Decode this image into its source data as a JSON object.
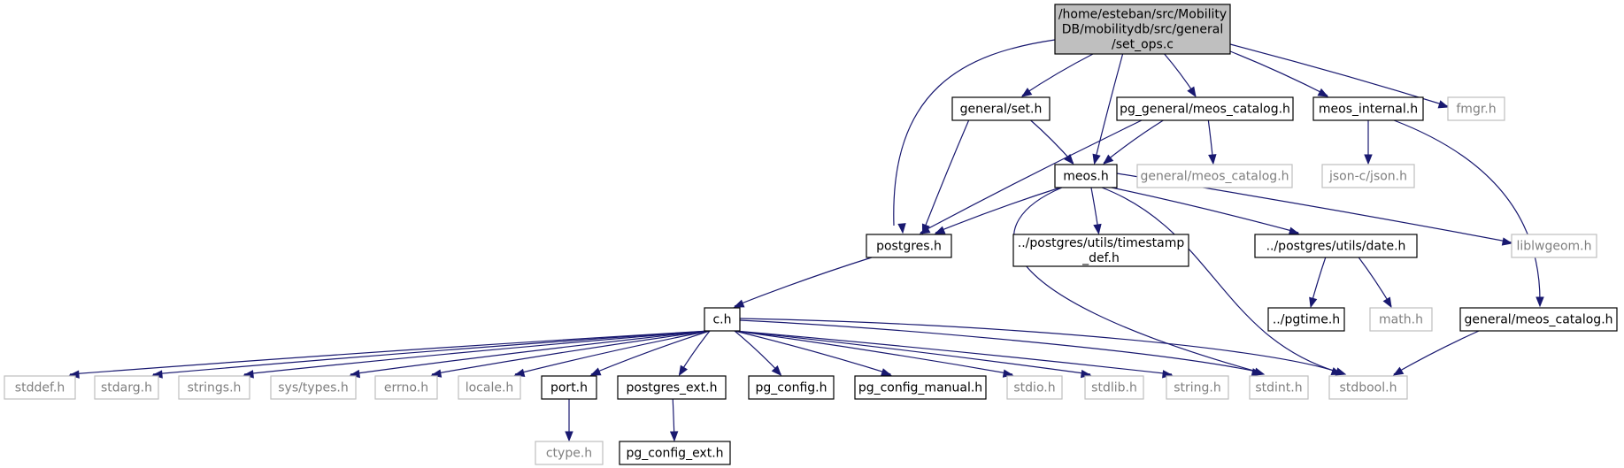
{
  "diagram": {
    "colors": {
      "edge": "#191970",
      "node_border_dark": "#000000",
      "node_border_light": "#bfbfbf",
      "root_fill": "#bfbfbf",
      "text_dark": "#000000",
      "text_light": "#7f7f7f"
    },
    "nodes": [
      {
        "id": "root",
        "lines": [
          "/home/esteban/src/Mobility",
          "DB/mobilitydb/src/general",
          "/set_ops.c"
        ],
        "style": "root"
      },
      {
        "id": "set_h",
        "lines": [
          "general/set.h"
        ],
        "style": "dark"
      },
      {
        "id": "pg_meos_catalog",
        "lines": [
          "pg_general/meos_catalog.h"
        ],
        "style": "dark"
      },
      {
        "id": "meos_internal",
        "lines": [
          "meos_internal.h"
        ],
        "style": "dark"
      },
      {
        "id": "fmgr",
        "lines": [
          "fmgr.h"
        ],
        "style": "light"
      },
      {
        "id": "meos_h",
        "lines": [
          "meos.h"
        ],
        "style": "dark"
      },
      {
        "id": "gen_meos_catalog_a",
        "lines": [
          "general/meos_catalog.h"
        ],
        "style": "light"
      },
      {
        "id": "json",
        "lines": [
          "json-c/json.h"
        ],
        "style": "light"
      },
      {
        "id": "postgres",
        "lines": [
          "postgres.h"
        ],
        "style": "dark"
      },
      {
        "id": "timestamp",
        "lines": [
          "../postgres/utils/timestamp",
          "_def.h"
        ],
        "style": "dark"
      },
      {
        "id": "date",
        "lines": [
          "../postgres/utils/date.h"
        ],
        "style": "dark"
      },
      {
        "id": "liblwgeom",
        "lines": [
          "liblwgeom.h"
        ],
        "style": "light"
      },
      {
        "id": "c_h",
        "lines": [
          "c.h"
        ],
        "style": "dark"
      },
      {
        "id": "pgtime",
        "lines": [
          "../pgtime.h"
        ],
        "style": "dark"
      },
      {
        "id": "math",
        "lines": [
          "math.h"
        ],
        "style": "light"
      },
      {
        "id": "gen_meos_catalog_b",
        "lines": [
          "general/meos_catalog.h"
        ],
        "style": "dark"
      },
      {
        "id": "stddef",
        "lines": [
          "stddef.h"
        ],
        "style": "light"
      },
      {
        "id": "stdarg",
        "lines": [
          "stdarg.h"
        ],
        "style": "light"
      },
      {
        "id": "strings",
        "lines": [
          "strings.h"
        ],
        "style": "light"
      },
      {
        "id": "systypes",
        "lines": [
          "sys/types.h"
        ],
        "style": "light"
      },
      {
        "id": "errno",
        "lines": [
          "errno.h"
        ],
        "style": "light"
      },
      {
        "id": "locale",
        "lines": [
          "locale.h"
        ],
        "style": "light"
      },
      {
        "id": "port",
        "lines": [
          "port.h"
        ],
        "style": "dark"
      },
      {
        "id": "postgres_ext",
        "lines": [
          "postgres_ext.h"
        ],
        "style": "dark"
      },
      {
        "id": "pg_config",
        "lines": [
          "pg_config.h"
        ],
        "style": "dark"
      },
      {
        "id": "pg_config_manual",
        "lines": [
          "pg_config_manual.h"
        ],
        "style": "dark"
      },
      {
        "id": "stdio",
        "lines": [
          "stdio.h"
        ],
        "style": "light"
      },
      {
        "id": "stdlib",
        "lines": [
          "stdlib.h"
        ],
        "style": "light"
      },
      {
        "id": "string",
        "lines": [
          "string.h"
        ],
        "style": "light"
      },
      {
        "id": "stdint",
        "lines": [
          "stdint.h"
        ],
        "style": "light"
      },
      {
        "id": "stdbool",
        "lines": [
          "stdbool.h"
        ],
        "style": "light"
      },
      {
        "id": "ctype",
        "lines": [
          "ctype.h"
        ],
        "style": "light"
      },
      {
        "id": "pg_config_ext",
        "lines": [
          "pg_config_ext.h"
        ],
        "style": "dark"
      }
    ],
    "edges": [
      [
        "root",
        "set_h"
      ],
      [
        "root",
        "pg_meos_catalog"
      ],
      [
        "root",
        "meos_internal"
      ],
      [
        "root",
        "fmgr"
      ],
      [
        "root",
        "meos_h"
      ],
      [
        "root",
        "postgres"
      ],
      [
        "set_h",
        "meos_h"
      ],
      [
        "set_h",
        "postgres"
      ],
      [
        "pg_meos_catalog",
        "meos_h"
      ],
      [
        "pg_meos_catalog",
        "gen_meos_catalog_a"
      ],
      [
        "pg_meos_catalog",
        "postgres"
      ],
      [
        "meos_internal",
        "json"
      ],
      [
        "meos_internal",
        "gen_meos_catalog_b"
      ],
      [
        "meos_h",
        "postgres"
      ],
      [
        "meos_h",
        "timestamp"
      ],
      [
        "meos_h",
        "date"
      ],
      [
        "meos_h",
        "liblwgeom"
      ],
      [
        "meos_h",
        "stdint"
      ],
      [
        "meos_h",
        "stdbool"
      ],
      [
        "postgres",
        "c_h"
      ],
      [
        "date",
        "pgtime"
      ],
      [
        "date",
        "math"
      ],
      [
        "gen_meos_catalog_b",
        "stdbool"
      ],
      [
        "c_h",
        "stddef"
      ],
      [
        "c_h",
        "stdarg"
      ],
      [
        "c_h",
        "strings"
      ],
      [
        "c_h",
        "systypes"
      ],
      [
        "c_h",
        "errno"
      ],
      [
        "c_h",
        "locale"
      ],
      [
        "c_h",
        "port"
      ],
      [
        "c_h",
        "postgres_ext"
      ],
      [
        "c_h",
        "pg_config"
      ],
      [
        "c_h",
        "pg_config_manual"
      ],
      [
        "c_h",
        "stdio"
      ],
      [
        "c_h",
        "stdlib"
      ],
      [
        "c_h",
        "string"
      ],
      [
        "c_h",
        "stdint"
      ],
      [
        "c_h",
        "stdbool"
      ],
      [
        "port",
        "ctype"
      ],
      [
        "postgres_ext",
        "pg_config_ext"
      ]
    ]
  }
}
